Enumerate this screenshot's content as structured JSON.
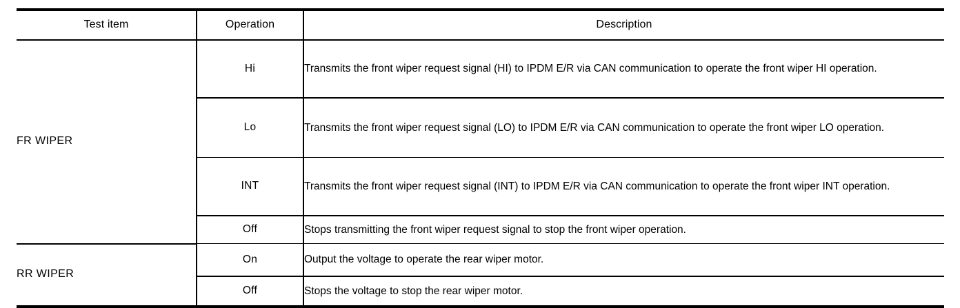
{
  "table": {
    "headers": {
      "test_item": "Test item",
      "operation": "Operation",
      "description": "Description"
    },
    "groups": [
      {
        "test_item": "FR WIPER",
        "rows": [
          {
            "operation": "Hi",
            "description": "Transmits the front wiper request signal (HI) to IPDM E/R via CAN communication to operate the front wiper HI operation."
          },
          {
            "operation": "Lo",
            "description": "Transmits the front wiper request signal (LO) to IPDM E/R via CAN communication to operate the front wiper LO operation."
          },
          {
            "operation": "INT",
            "description": "Transmits the front wiper request signal (INT) to IPDM E/R via CAN communication to operate the front wiper INT operation."
          },
          {
            "operation": "Off",
            "description": "Stops transmitting the front wiper request signal to stop the front wiper operation."
          }
        ]
      },
      {
        "test_item": "RR WIPER",
        "rows": [
          {
            "operation": "On",
            "description": "Output the voltage to operate the rear wiper motor."
          },
          {
            "operation": "Off",
            "description": "Stops the voltage to stop the rear wiper motor."
          }
        ]
      }
    ]
  },
  "colors": {
    "rule": "#000000",
    "text": "#000000",
    "background": "#ffffff"
  }
}
